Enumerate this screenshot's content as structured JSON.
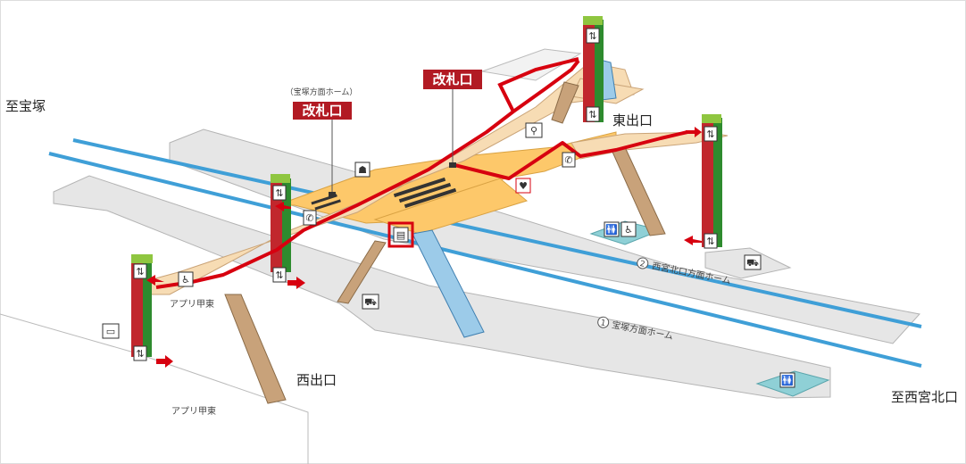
{
  "directions": {
    "to_takarazuka": "至宝塚",
    "to_nishinomiya": "至西宮北口"
  },
  "exits": {
    "east": "東出口",
    "west": "西出口"
  },
  "gates": {
    "main": "改札口",
    "takarazuka_side": "改札口",
    "takarazuka_side_note": "（宝塚方面ホーム）"
  },
  "platforms": {
    "p1_number": "1",
    "p1_name": "宝塚方面ホーム",
    "p2_number": "2",
    "p2_name": "西宮北口方面ホーム"
  },
  "place_labels": {
    "apri_koto_upper": "アプリ甲東",
    "apri_koto_lower": "アプリ甲東"
  },
  "colors": {
    "route_red": "#d7000f",
    "gate_label_bg": "#b21a23",
    "concourse_orange": "#fdc86a",
    "bridge_cream": "#f7dcb4",
    "ground_gray": "#e6e6e6",
    "track_blue": "#3f9fd7",
    "elevator_green": "#2e8b2e",
    "stair_brown": "#c8a27a",
    "toilet_teal": "#8fd0d6"
  },
  "icons": [
    "elevator-icon",
    "wheelchair-icon",
    "toilet-icon",
    "phone-icon",
    "aed-icon",
    "bicycle-icon",
    "bus-icon",
    "ticket-machine-icon",
    "taxi-icon",
    "escalator-icon"
  ]
}
